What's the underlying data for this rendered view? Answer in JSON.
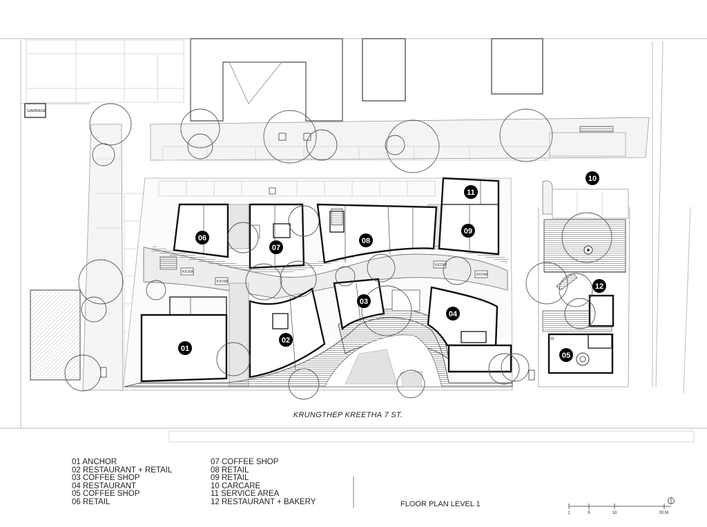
{
  "street_name": "KRUNGTHEP KREETHA 7 ST.",
  "plan_title": "FLOOR PLAN LEVEL 1",
  "garbage_label": "GARBAGE",
  "kiosk_label": "KIOSK",
  "legend": {
    "col1": [
      "01 ANCHOR",
      "02 RESTAURANT + RETAIL",
      "03 COFFEE SHOP",
      "04 RESTAURANT",
      "05 COFFEE SHOP",
      "06 RETAIL"
    ],
    "col2": [
      "07 COFFEE SHOP",
      "08 RETAIL",
      "09 RETAIL",
      "10 CARCARE",
      "11 SERVICE AREA",
      "12 RESTAURANT + BAKERY"
    ]
  },
  "markers": [
    "01",
    "02",
    "03",
    "04",
    "05",
    "06",
    "07",
    "08",
    "09",
    "10",
    "11",
    "12"
  ],
  "small_tag": "01",
  "scale": {
    "ticks": [
      "1",
      "5",
      "10",
      "20 M."
    ]
  },
  "colors": {
    "building_stroke": "#111111",
    "marker_fill": "#000000",
    "paving": "#e6e6e6"
  }
}
